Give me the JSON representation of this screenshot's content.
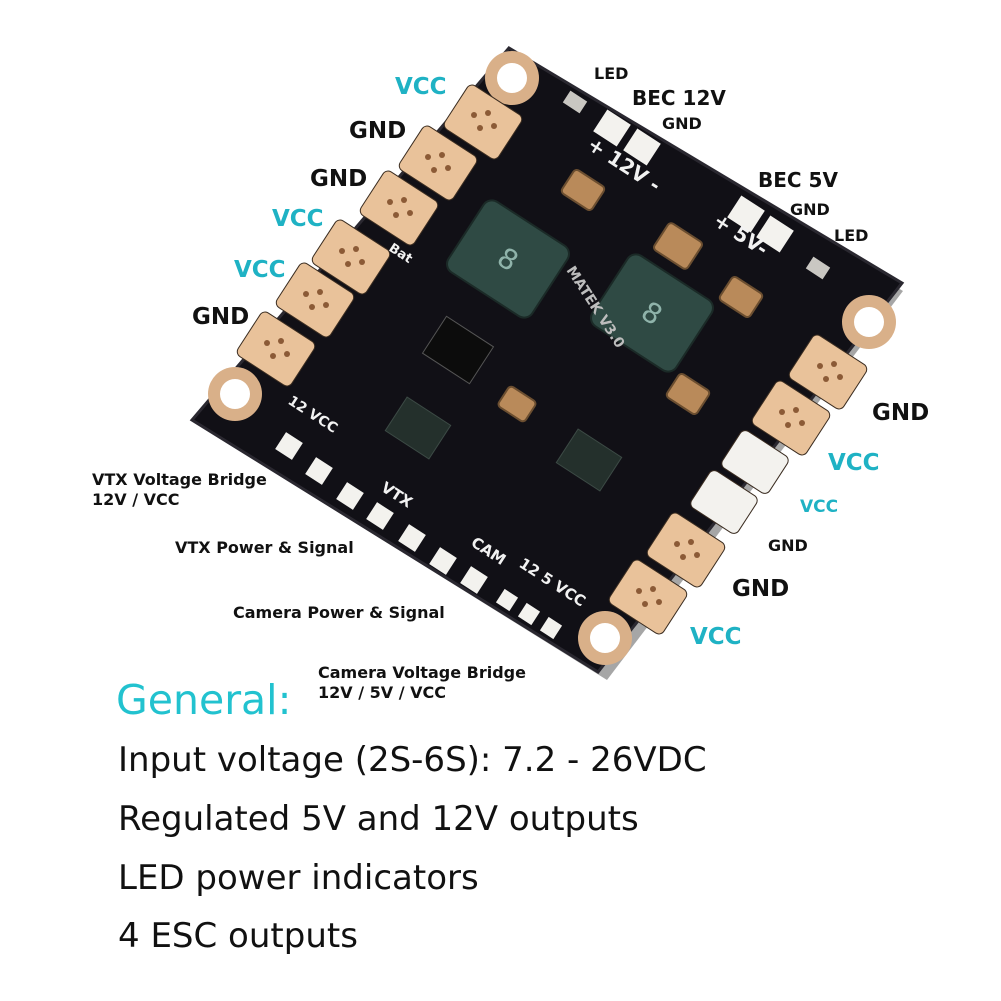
{
  "labels": {
    "top_vcc": "VCC",
    "left_gnd_1": "GND",
    "left_gnd_2": "GND",
    "left_vcc_1": "VCC",
    "left_vcc_2": "VCC",
    "left_gnd_3": "GND",
    "led_top": "LED",
    "bec12_title": "BEC 12V",
    "bec12_gnd": "GND",
    "bec5_title": "BEC 5V",
    "bec5_gnd": "GND",
    "led_right": "LED",
    "right_gnd_1": "GND",
    "right_vcc_1": "VCC",
    "right_vcc_small": "VCC",
    "right_gnd_small": "GND",
    "right_gnd_2": "GND",
    "right_vcc_2": "VCC"
  },
  "notes": {
    "vtx_bridge_line1": "VTX Voltage Bridge",
    "vtx_bridge_line2": "12V / VCC",
    "vtx_power": "VTX Power & Signal",
    "cam_power": "Camera Power & Signal",
    "cam_bridge_line1": "Camera Voltage Bridge",
    "cam_bridge_line2": "12V / 5V / VCC"
  },
  "silkscreen": {
    "v12": "+ 12V -",
    "v5": "+ 5V-",
    "bat": "Bat",
    "brand": "MATEK V3.0",
    "vcc12": "12 VCC",
    "vtx": "VTX",
    "cam": "CAM",
    "cam_sel": "12 5 VCC"
  },
  "general": {
    "heading": "General:",
    "specs": [
      "Input voltage (2S-6S): 7.2 - 26VDC",
      "Regulated 5V and 12V outputs",
      "LED power indicators",
      "4 ESC outputs"
    ]
  },
  "colors": {
    "board": "#111016",
    "pad": "#e9c29a",
    "accent": "#1fb2c4",
    "text": "#111111"
  }
}
